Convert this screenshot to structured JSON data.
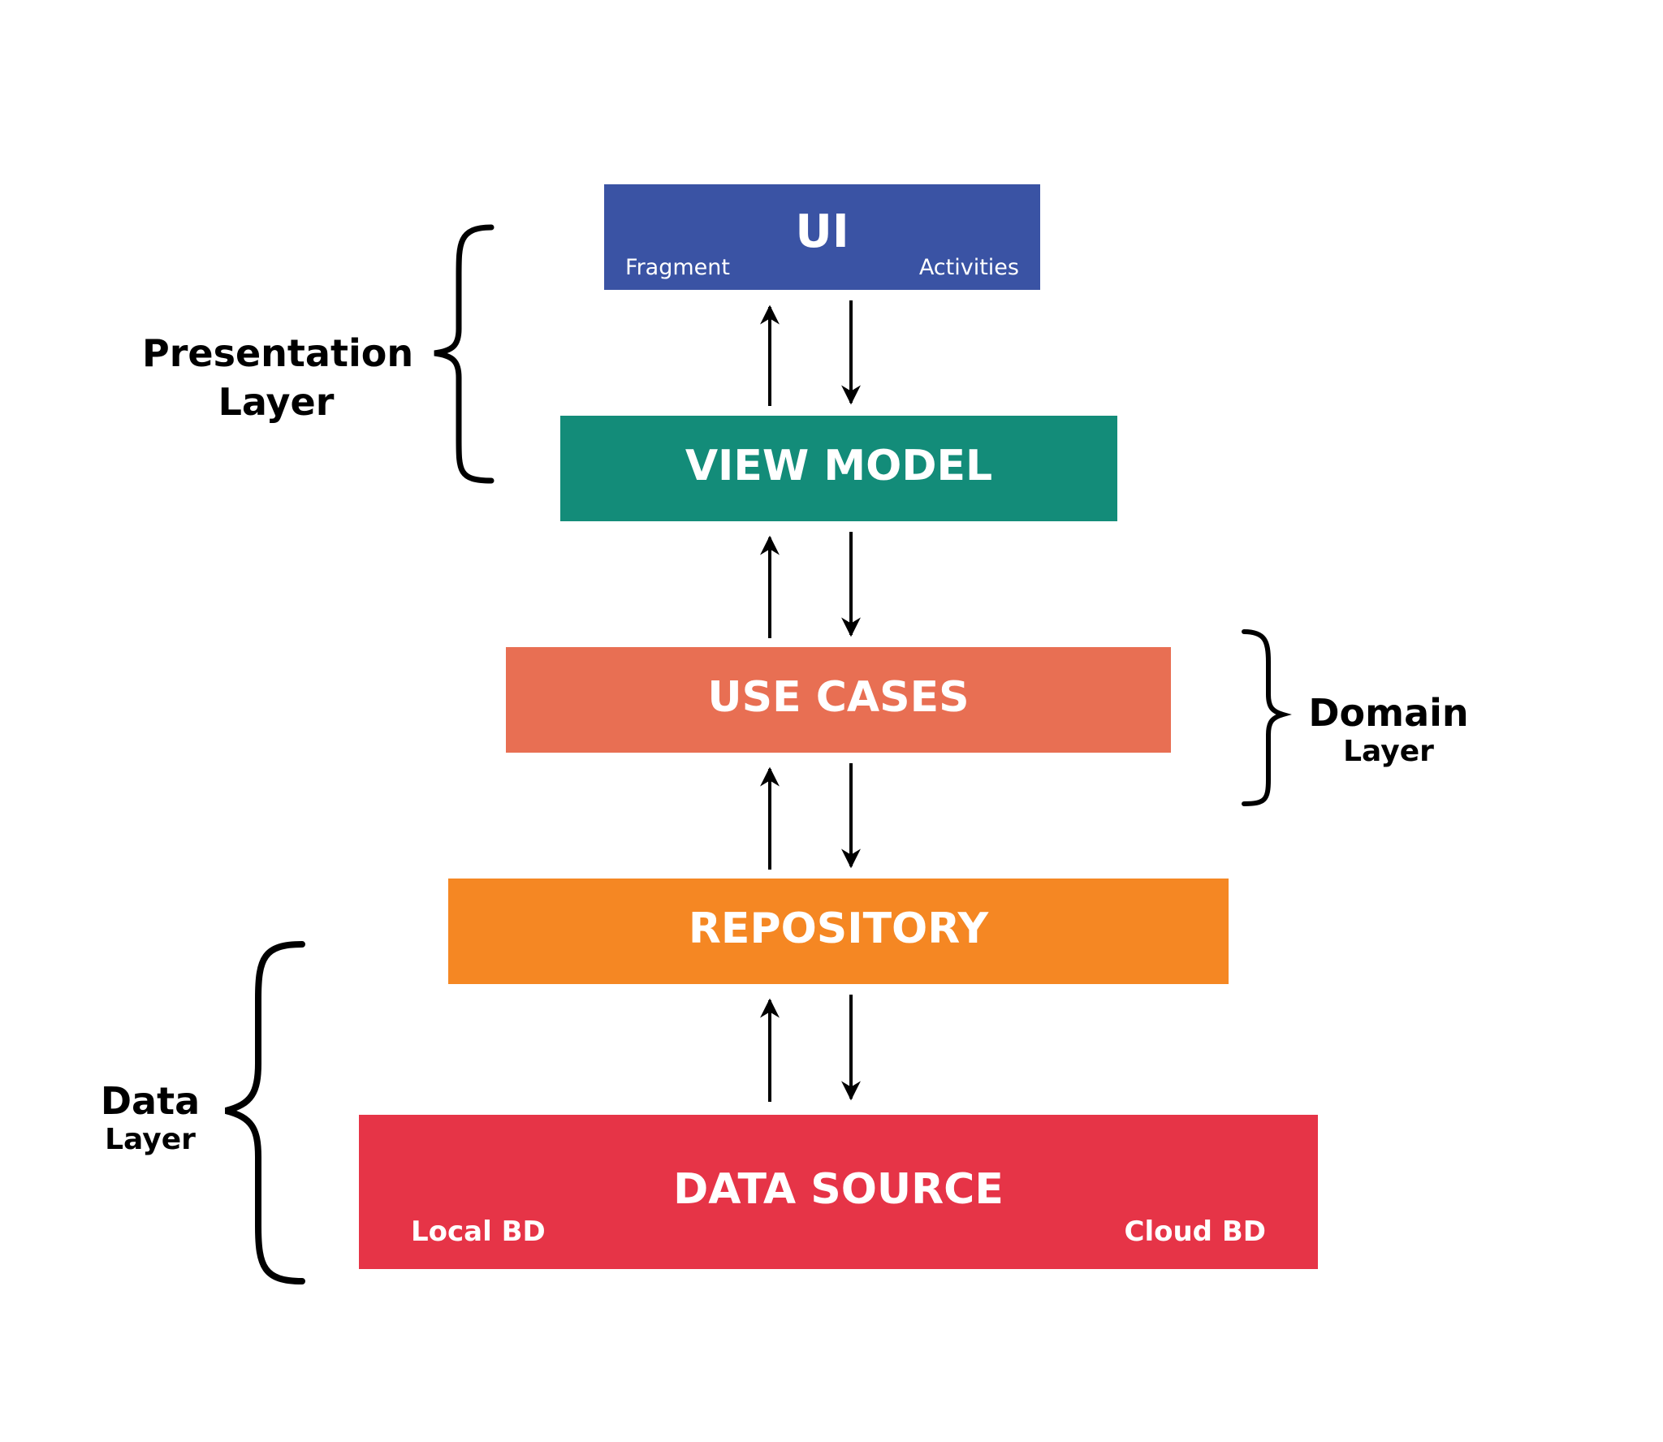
{
  "layers": [
    {
      "id": "ui",
      "title": "UI",
      "sub_left": "Fragment",
      "sub_right": "Activities",
      "color": "#3A53A4"
    },
    {
      "id": "viewmodel",
      "title": "VIEW MODEL",
      "color": "#138C79"
    },
    {
      "id": "usecases",
      "title": "USE CASES",
      "color": "#E86F53"
    },
    {
      "id": "repository",
      "title": "REPOSITORY",
      "color": "#F58723"
    },
    {
      "id": "datasource",
      "title": "DATA SOURCE",
      "sub_left": "Local BD",
      "sub_right": "Cloud BD",
      "color": "#E63447"
    }
  ],
  "groups": {
    "presentation": {
      "line1": "Presentation",
      "line2": "Layer"
    },
    "domain": {
      "line1": "Domain",
      "line2": "Layer"
    },
    "data": {
      "line1": "Data",
      "line2": "Layer"
    }
  },
  "connections": [
    {
      "from": "viewmodel",
      "to": "ui",
      "direction": "up-down"
    },
    {
      "from": "usecases",
      "to": "viewmodel",
      "direction": "up-down"
    },
    {
      "from": "repository",
      "to": "usecases",
      "direction": "up-down"
    },
    {
      "from": "datasource",
      "to": "repository",
      "direction": "up-down"
    }
  ]
}
